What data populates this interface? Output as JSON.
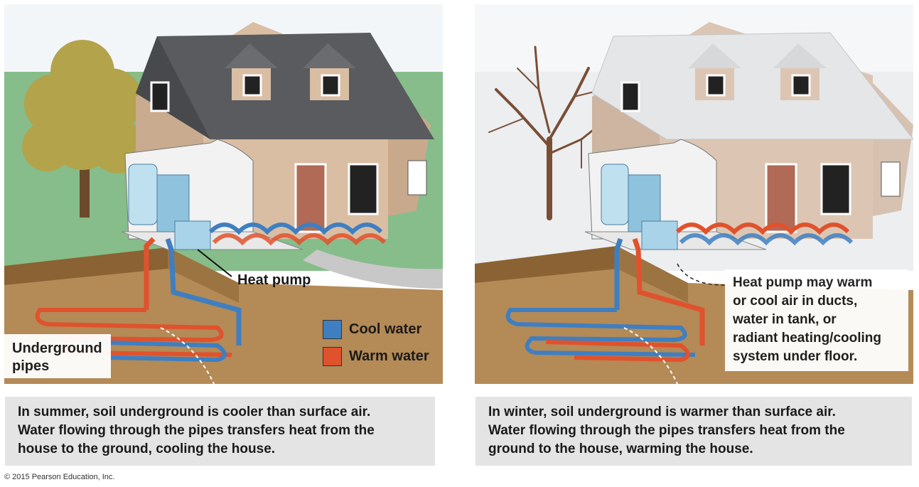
{
  "labels": {
    "heat_pump": "Heat pump",
    "underground_pipes": [
      "Underground",
      "pipes"
    ],
    "heat_pump_note": [
      "Heat pump may warm",
      "or cool air in ducts,",
      "water in tank, or",
      "radiant heating/cooling",
      "system under floor."
    ]
  },
  "legend": [
    {
      "label": "Cool water",
      "color": "#3f7fc1"
    },
    {
      "label": "Warm water",
      "color": "#e0522d"
    }
  ],
  "captions": {
    "summer": [
      "In summer, soil underground is cooler than surface air.",
      "Water flowing through the pipes transfers heat from the",
      "house to the ground, cooling the house."
    ],
    "winter": [
      "In winter, soil underground is warmer than surface air.",
      "Water flowing through the pipes transfers heat from the",
      "ground to the house, warming the house."
    ]
  },
  "copyright": "© 2015 Pearson Education, Inc.",
  "colors": {
    "cool_pipe": "#3f7fc1",
    "warm_pipe": "#e0522d",
    "summer_grass": "#8cc08c",
    "winter_snow": "#eceef0"
  }
}
